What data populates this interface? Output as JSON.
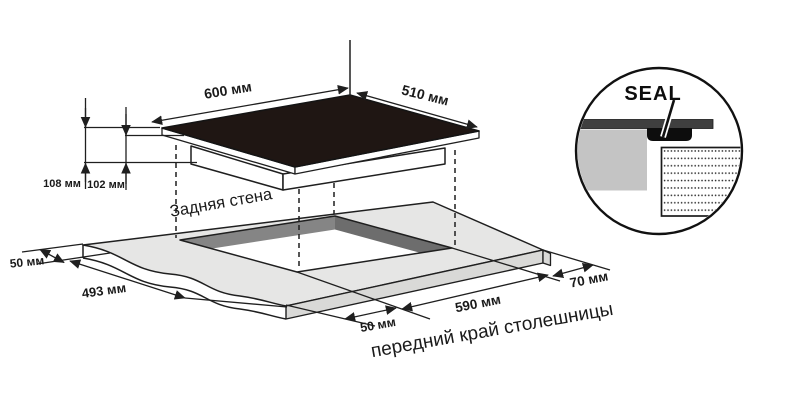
{
  "diagram": {
    "top": {
      "width_label": "600 мм",
      "depth_label": "510 мм"
    },
    "left": {
      "total_height_label": "108 мм",
      "body_height_label": "102 мм"
    },
    "countertop": {
      "back_wall_label": "Задняя стена",
      "front_edge_label": "передний край столешницы",
      "left_offset_label": "50 мм",
      "left_depth_label": "493 мм",
      "front_offset_label": "50 мм",
      "cutout_width_label": "590 мм",
      "right_offset_label": "70 мм"
    },
    "detail": {
      "seal_label": "SEAL"
    },
    "colors": {
      "outline": "#1f1f1f",
      "glass": "#1f1613",
      "counter_top": "#e6e6e5",
      "counter_side": "#d9d9d7",
      "cutout_wall_left": "#858585",
      "cutout_wall_right": "#6d6d6d",
      "detail_glass_bar": "#3f3f3f",
      "detail_counter": "#c4c4c4",
      "detail_seal": "#0d0d0d",
      "background": "#ffffff"
    }
  }
}
